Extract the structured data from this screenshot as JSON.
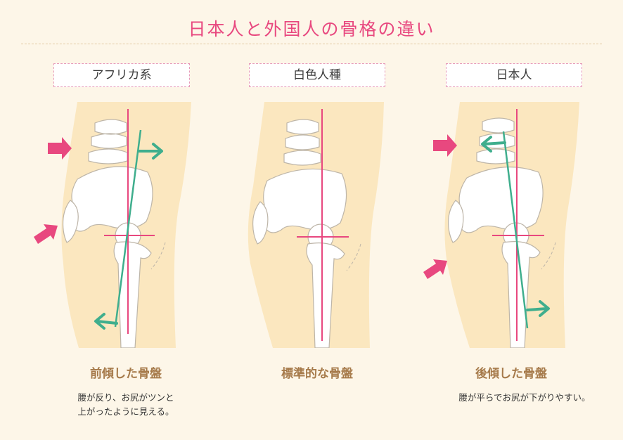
{
  "title": "日本人と外国人の骨格の違い",
  "colors": {
    "accent_pink": "#e8487f",
    "arrow_green": "#3fae8d",
    "label_brown": "#a67a4a",
    "skin": "#fbe7bf",
    "bg": "#fdf6e8"
  },
  "columns": [
    {
      "label": "アフリカ系",
      "heading": "前傾した骨盤",
      "description_lines": [
        "腰が反り、お尻がツンと",
        "上がったように見える。"
      ]
    },
    {
      "label": "白色人種",
      "heading": "標準的な骨盤",
      "description_lines": []
    },
    {
      "label": "日本人",
      "heading": "後傾した骨盤",
      "description_lines": [
        "腰が平らでお尻が下がりやすい。"
      ]
    }
  ]
}
